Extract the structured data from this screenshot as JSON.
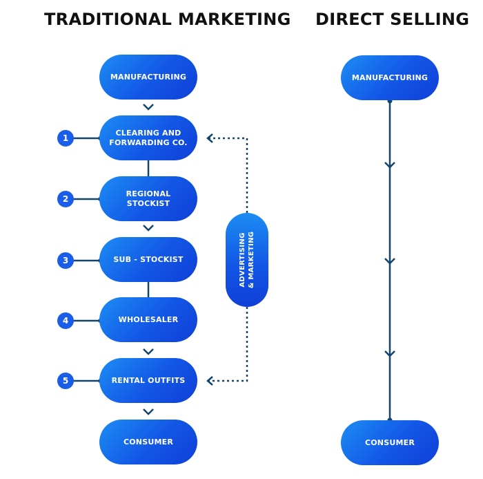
{
  "titles": {
    "left": "TRADITIONAL MARKETING",
    "right": "DIRECT SELLING"
  },
  "traditional": {
    "manufacturing": "MANUFACTURING",
    "clearing": "CLEARING AND\nFORWARDING CO.",
    "regional": "REGIONAL\nSTOCKIST",
    "sub_stockist": "SUB - STOCKIST",
    "wholesaler": "WHOLESALER",
    "rental": "RENTAL OUTFITS",
    "consumer": "CONSUMER",
    "numbers": [
      "1",
      "2",
      "3",
      "4",
      "5"
    ]
  },
  "advertising": "ADVERTISING\n& MARKETING",
  "direct": {
    "manufacturing": "MANUFACTURING",
    "consumer": "CONSUMER"
  },
  "colors": {
    "pill": "#1357e6",
    "line": "#12456b",
    "text": "#111111"
  }
}
